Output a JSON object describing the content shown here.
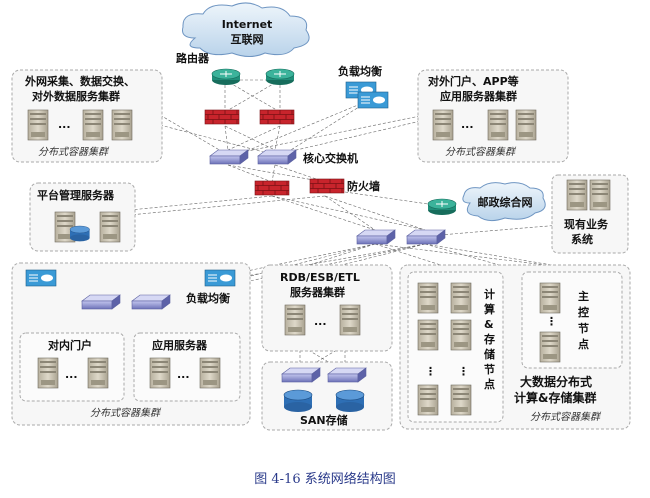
{
  "internet": {
    "line1": "Internet",
    "line2": "互联网"
  },
  "router_label": "路由器",
  "lb_top_label": "负载均衡",
  "core_switch_label": "核心交换机",
  "firewall_label": "防火墙",
  "mail_label": "邮政综合网",
  "platform_label": "平台管理服务器",
  "existing_label": {
    "line1": "现有业务",
    "line2": "系统"
  },
  "tl_box": {
    "line1": "外网采集、数据交换、",
    "line2": "对外数据服务集群",
    "ellipsis": "...",
    "footer": "分布式容器集群"
  },
  "tr_box": {
    "line1": "对外门户、APP等",
    "line2": "应用服务器集群",
    "ellipsis": "...",
    "footer": "分布式容器集群"
  },
  "bl_box": {
    "lb_label": "负载均衡",
    "portal_label": "对内门户",
    "app_label": "应用服务器",
    "ellipsis": "...",
    "footer": "分布式容器集群"
  },
  "rdb_box": {
    "line1": "RDB/ESB/ETL",
    "line2": "服务器集群",
    "ellipsis": "..."
  },
  "san_label": "SAN存储",
  "bigdata_box": {
    "compute_chars": [
      "计",
      "算",
      "&",
      "存",
      "储",
      "节",
      "点"
    ],
    "master_chars": [
      "主",
      "控",
      "节",
      "点"
    ],
    "title1": "大数据分布式",
    "title2": "计算&存储集群",
    "footer": "分布式容器集群",
    "dots": "⋮"
  },
  "caption": "图 4-16  系统网络结构图",
  "colors": {
    "firewall": "#c8242c",
    "switch": "#8a8fcf",
    "router": "#1f8f7a",
    "server": "#c9c3b3",
    "disk": "#2e6fb5"
  }
}
